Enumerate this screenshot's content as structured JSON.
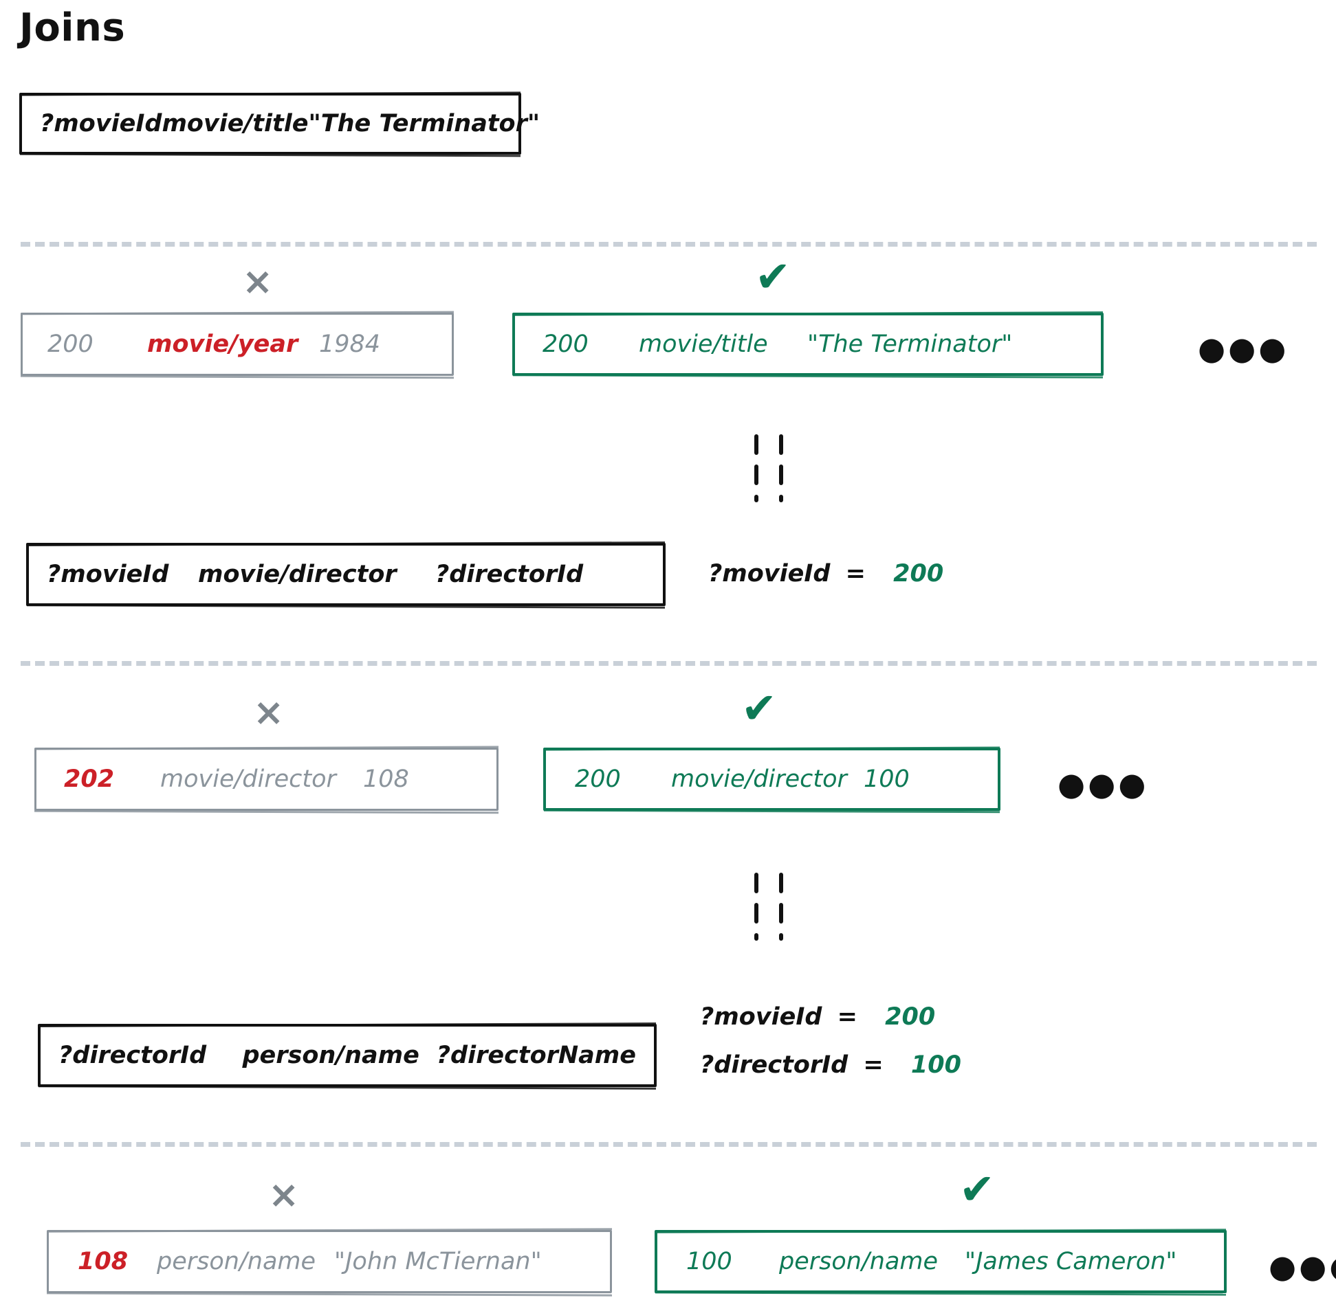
{
  "title": "Joins",
  "colors": {
    "black": "#111111",
    "gray": "#8b949c",
    "green": "#0e7a56",
    "red": "#cc2027",
    "separator": "#c9d0d8"
  },
  "icons": {
    "cross": "×",
    "check": "✔",
    "ellipsis": "●●●"
  },
  "sections": [
    {
      "id": "section-1",
      "pattern": {
        "entity": "?movieId",
        "attribute": "movie/title",
        "value": "\"The Terminator\""
      },
      "reject": {
        "mark": "×",
        "entity": "200",
        "attribute": "movie/year",
        "value": "1984"
      },
      "accept": {
        "mark": "✔",
        "entity": "200",
        "attribute": "movie/title",
        "value": "\"The Terminator\""
      },
      "more": "●●●"
    },
    {
      "id": "section-2",
      "pattern": {
        "entity": "?movieId",
        "attribute": "movie/director",
        "value": "?directorId"
      },
      "bindings": [
        {
          "variable": "?movieId",
          "eq": "=",
          "value": "200"
        }
      ],
      "reject": {
        "mark": "×",
        "entity": "202",
        "attribute": "movie/director",
        "value": "108"
      },
      "accept": {
        "mark": "✔",
        "entity": "200",
        "attribute": "movie/director",
        "value": "100"
      },
      "more": "●●●"
    },
    {
      "id": "section-3",
      "pattern": {
        "entity": "?directorId",
        "attribute": "person/name",
        "value": "?directorName"
      },
      "bindings": [
        {
          "variable": "?movieId",
          "eq": "=",
          "value": "200"
        },
        {
          "variable": "?directorId",
          "eq": "=",
          "value": "100"
        }
      ],
      "reject": {
        "mark": "×",
        "entity": "108",
        "attribute": "person/name",
        "value": "\"John McTiernan\""
      },
      "accept": {
        "mark": "✔",
        "entity": "100",
        "attribute": "person/name",
        "value": "\"James Cameron\""
      },
      "more": "●●●"
    }
  ]
}
